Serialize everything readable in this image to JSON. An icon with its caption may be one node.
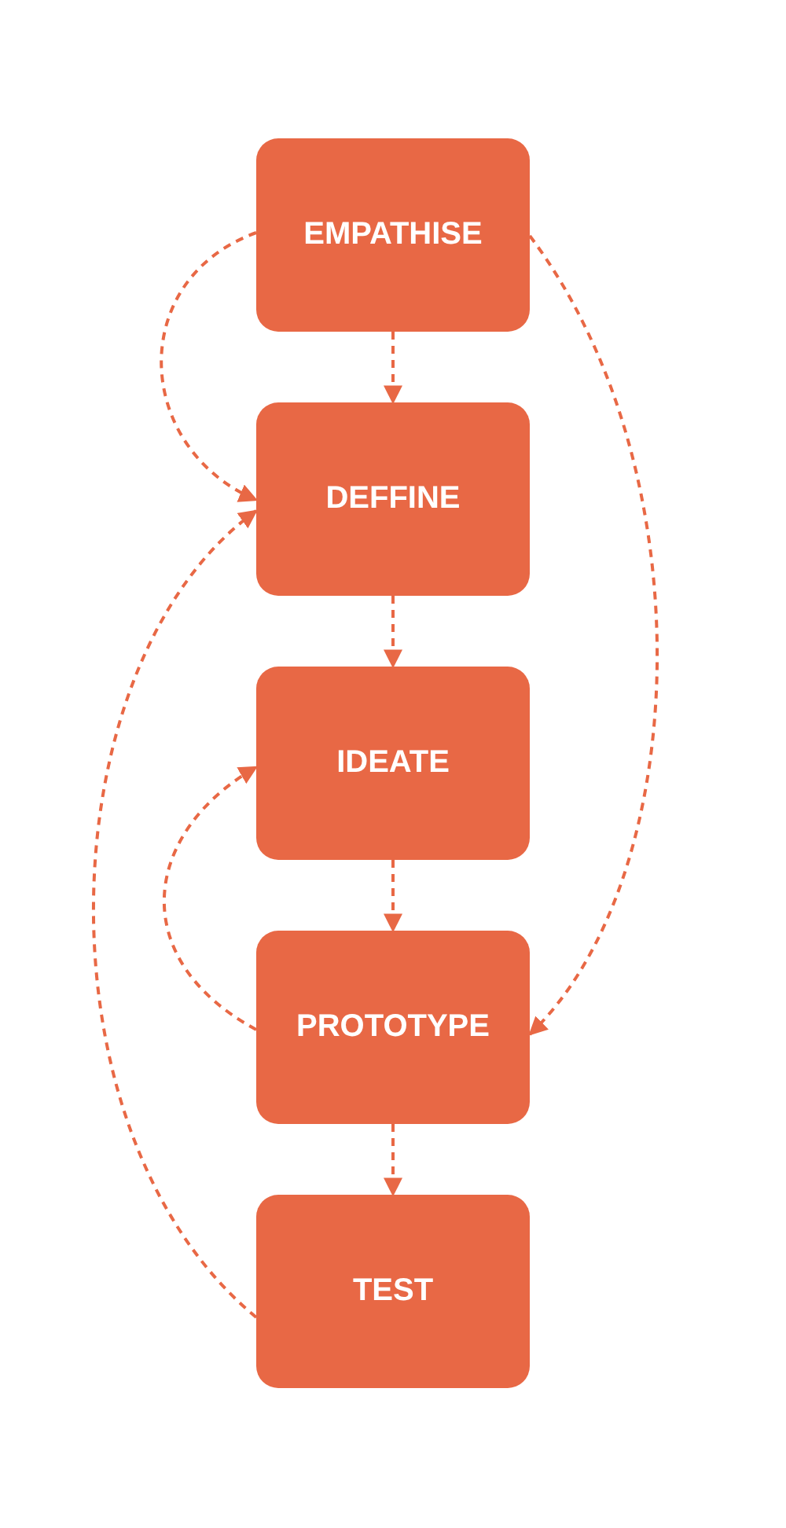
{
  "diagram": {
    "nodes": [
      {
        "text": [
          "EMPATHISE"
        ]
      },
      {
        "text": [
          "DEFFINE"
        ]
      },
      {
        "text": [
          "IDEATE"
        ]
      },
      {
        "text": [
          "PROTOTYPE"
        ]
      },
      {
        "text": [
          "TEST"
        ]
      }
    ],
    "edges": [
      {
        "from": 0,
        "to": 1,
        "arrow": "to",
        "style": "dashed"
      },
      {
        "from": 1,
        "to": 2,
        "arrow": "to",
        "style": "dashed"
      },
      {
        "from": 2,
        "to": 3,
        "arrow": "to",
        "style": "dashed"
      },
      {
        "from": 3,
        "to": 4,
        "arrow": "to",
        "style": "dashed"
      },
      {
        "from": 0,
        "to": 1,
        "arrow": "to",
        "style": "dashed"
      },
      {
        "from": 0,
        "to": 3,
        "arrow": "to",
        "style": "dashed"
      },
      {
        "from": 3,
        "to": 2,
        "arrow": "to",
        "style": "dashed"
      },
      {
        "from": 4,
        "to": 1,
        "arrow": "to",
        "style": "dashed"
      }
    ]
  }
}
